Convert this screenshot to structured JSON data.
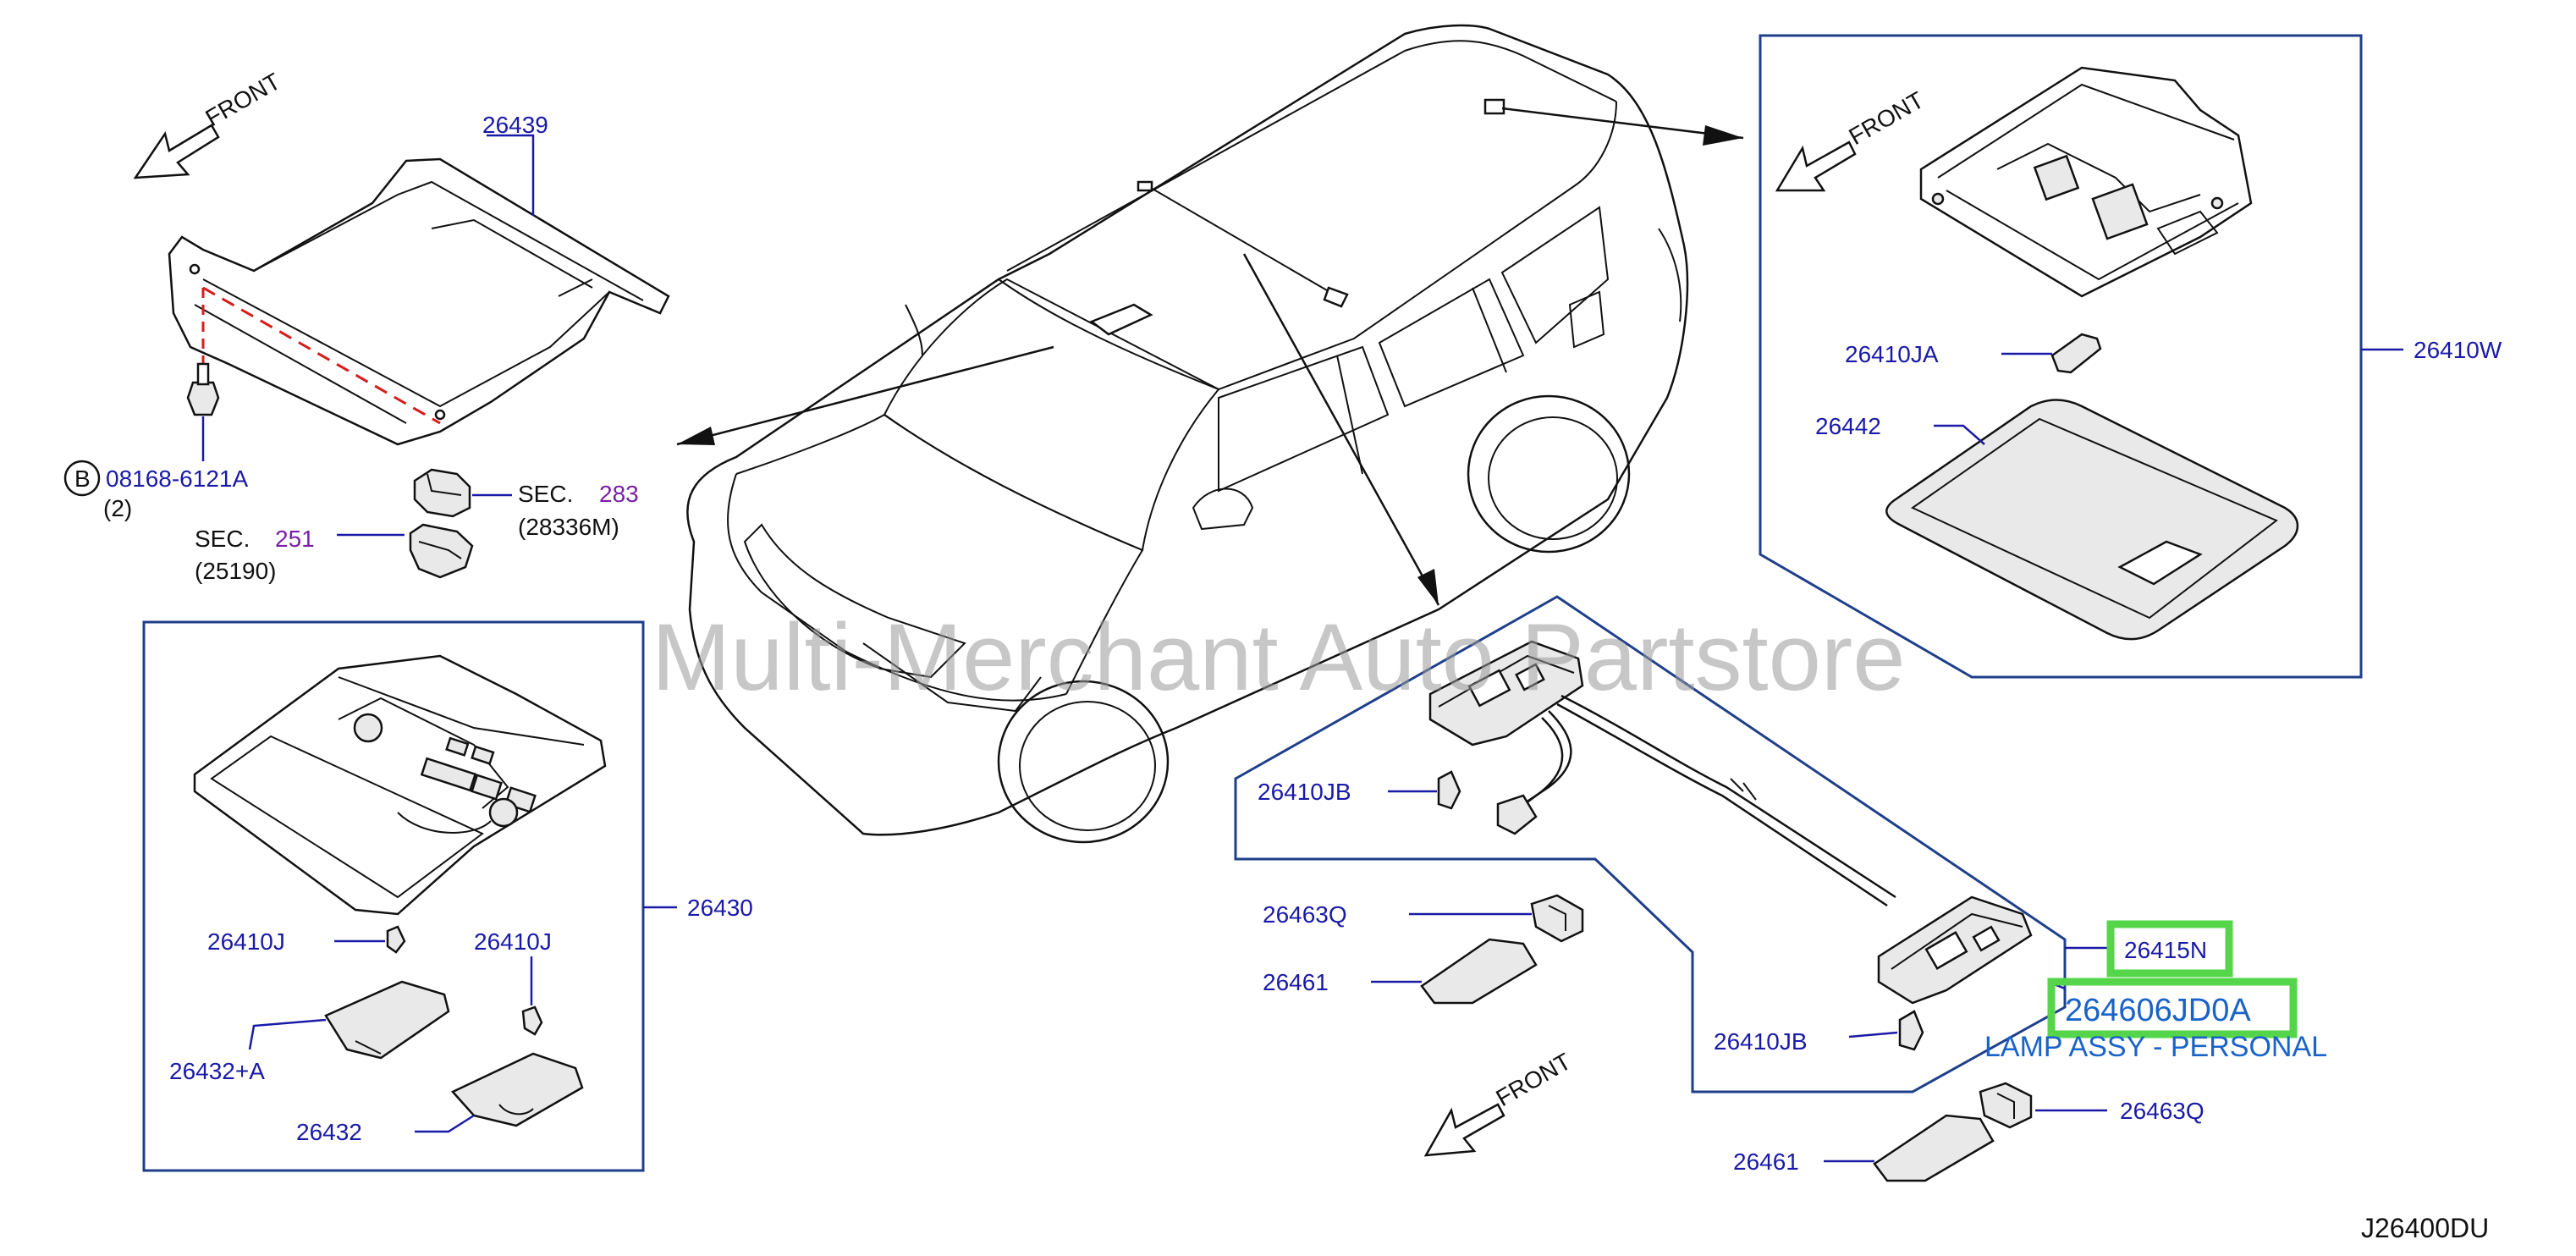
{
  "diagram": {
    "front_labels": [
      "FRONT",
      "FRONT",
      "FRONT"
    ],
    "parts": {
      "p26439": "26439",
      "p08168": "08168-6121A",
      "p08168_qty": "(2)",
      "bolt_marker": "B",
      "sec283_prefix": "SEC.",
      "sec283_num": "283",
      "sec283_sub": "(28336M)",
      "sec251_prefix": "SEC.",
      "sec251_num": "251",
      "sec251_sub": "(25190)",
      "p26430": "26430",
      "p26410J_left": "26410J",
      "p26410J_right": "26410J",
      "p26432A": "26432+A",
      "p26432": "26432",
      "p26410JA": "26410JA",
      "p26410W": "26410W",
      "p26442": "26442",
      "p26410JB_top": "26410JB",
      "p26410JB_bottom": "26410JB",
      "p26463Q_left": "26463Q",
      "p26463Q_right": "26463Q",
      "p26461_left": "26461",
      "p26461_bottom": "26461",
      "p26415N": "26415N"
    },
    "highlight": {
      "code": "264606JD0A",
      "description": "LAMP ASSY - PERSONAL"
    },
    "watermark": "Multi-Merchant Auto Partstore",
    "figure_id": "J26400DU",
    "colors": {
      "label": "#1a1aa8",
      "section": "#7a1fa6",
      "highlight_text": "#1a63c8",
      "highlight_box": "#55d64a",
      "frame": "#1f3f8a"
    }
  }
}
